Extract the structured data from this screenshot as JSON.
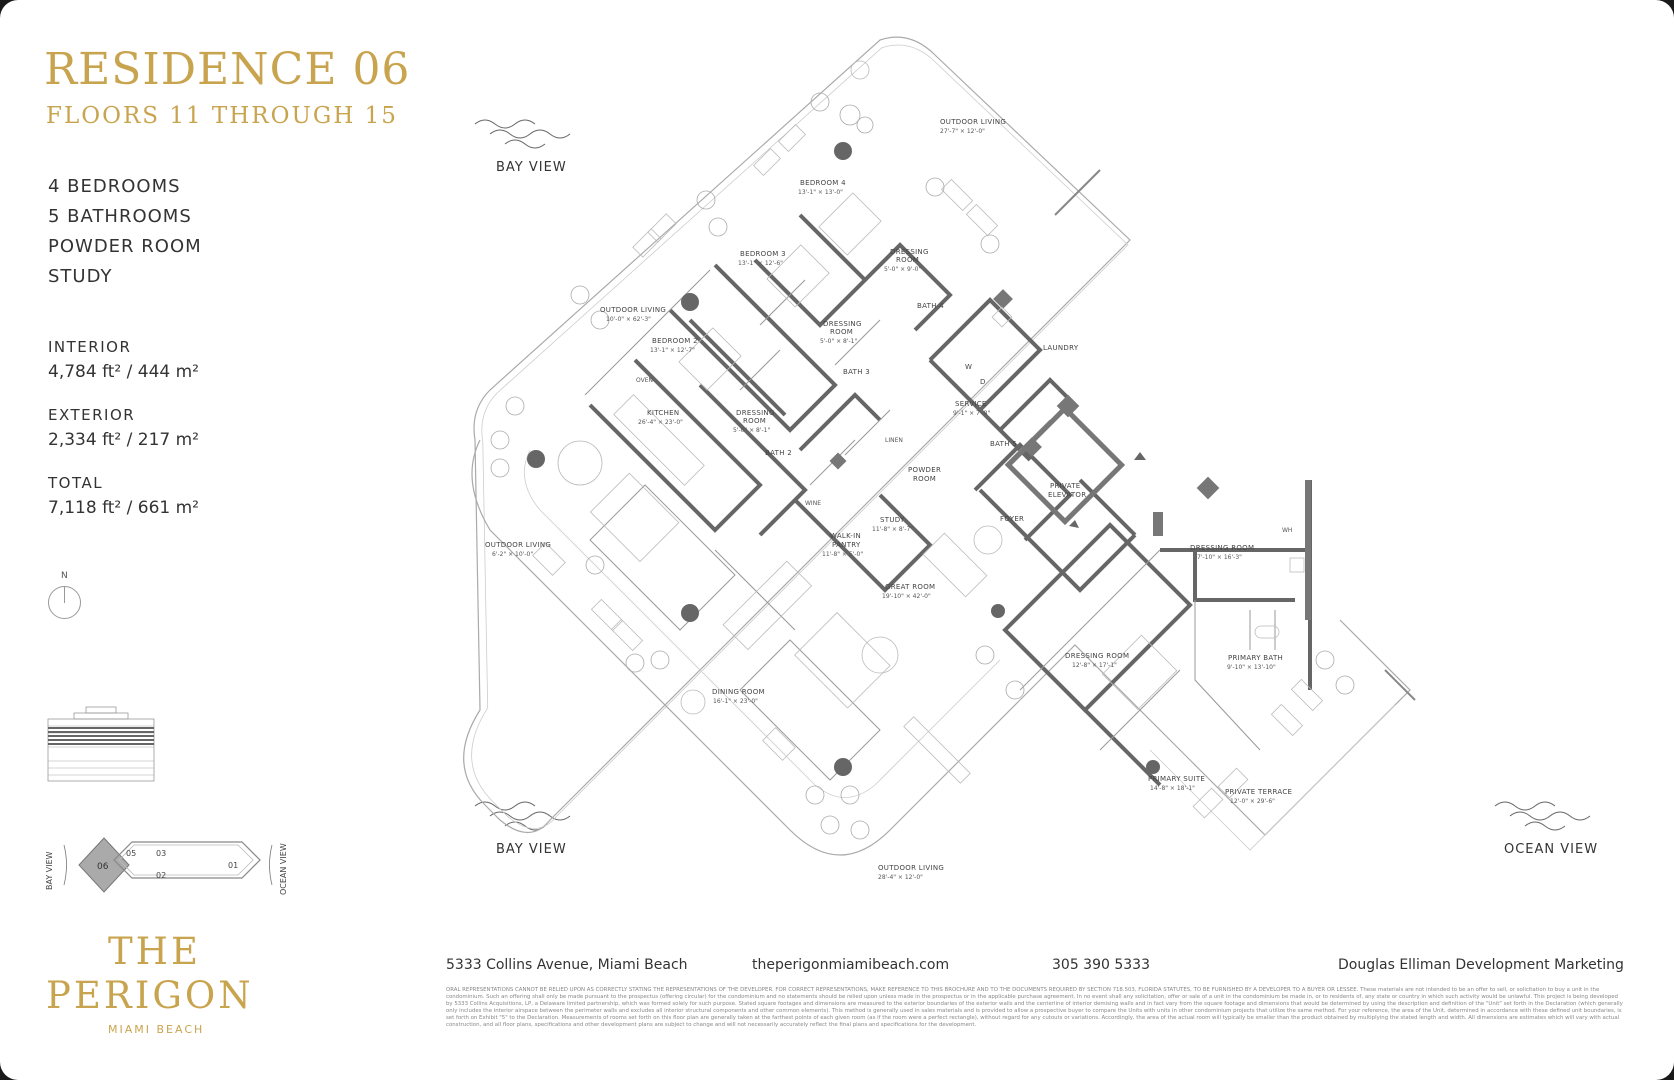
{
  "residence": {
    "title": "RESIDENCE 06",
    "floors": "FLOORS 11 THROUGH 15"
  },
  "features": [
    "4 BEDROOMS",
    "5 BATHROOMS",
    "POWDER ROOM",
    "STUDY"
  ],
  "areas": [
    {
      "label": "INTERIOR",
      "value": "4,784 ft² / 444 m²"
    },
    {
      "label": "EXTERIOR",
      "value": "2,334 ft² / 217 m²"
    },
    {
      "label": "TOTAL",
      "value": "7,118 ft² / 661 m²"
    }
  ],
  "north_label": "N",
  "keyplan": {
    "left_label": "BAY VIEW",
    "right_label": "OCEAN VIEW",
    "units": [
      "06",
      "05",
      "03",
      "02",
      "01"
    ]
  },
  "brand": {
    "line1": "THE",
    "line2": "PERIGON",
    "line3": "MIAMI BEACH"
  },
  "views": {
    "bay_top": "BAY VIEW",
    "bay_bottom": "BAY VIEW",
    "ocean": "OCEAN VIEW"
  },
  "rooms": {
    "outdoor_top": {
      "name": "OUTDOOR LIVING",
      "dim": "27'-7\" × 12'-0\""
    },
    "bedroom4": {
      "name": "BEDROOM 4",
      "dim": "13'-1\" × 13'-0\""
    },
    "bedroom3": {
      "name": "BEDROOM 3",
      "dim": "13'-1\" × 12'-6\""
    },
    "dressing4": {
      "name": "DRESSING",
      "name2": "ROOM",
      "dim": "5'-0\" × 9'-0\""
    },
    "bath4": {
      "name": "BATH 4"
    },
    "dressing3": {
      "name": "DRESSING",
      "name2": "ROOM",
      "dim": "5'-0\" × 8'-1\""
    },
    "bath3": {
      "name": "BATH 3"
    },
    "outdoor_left": {
      "name": "OUTDOOR LIVING",
      "dim": "10'-0\" × 62'-3\""
    },
    "bedroom2": {
      "name": "BEDROOM 2",
      "dim": "13'-1\" × 12'-7\""
    },
    "dressing2": {
      "name": "DRESSING",
      "name2": "ROOM",
      "dim": "5'-0\" × 8'-1\""
    },
    "bath2": {
      "name": "BATH 2"
    },
    "kitchen": {
      "name": "KITCHEN",
      "dim": "26'-4\" × 23'-0\""
    },
    "laundry": {
      "name": "LAUNDRY"
    },
    "service": {
      "name": "SERVICE",
      "dim": "9'-1\" × 7'-8\""
    },
    "bath5": {
      "name": "BATH 5"
    },
    "powder": {
      "name": "POWDER",
      "name2": "ROOM"
    },
    "study": {
      "name": "STUDY",
      "dim": "11'-8\" × 8'-7\""
    },
    "pantry": {
      "name": "WALK-IN",
      "name2": "PANTRY",
      "dim": "11'-8\" × 5'-0\""
    },
    "elevator": {
      "name": "PRIVATE",
      "name2": "ELEVATOR"
    },
    "foyer": {
      "name": "FOYER"
    },
    "outdoor_west": {
      "name": "OUTDOOR LIVING",
      "dim": "6'-2\" × 10'-0\""
    },
    "great": {
      "name": "GREAT ROOM",
      "dim": "19'-10\" × 42'-0\""
    },
    "dining": {
      "name": "DINING ROOM",
      "dim": "16'-1\" × 23'-0\""
    },
    "dressing_primary": {
      "name": "DRESSING ROOM",
      "dim": "12'-8\" × 17'-1\""
    },
    "dressing_east": {
      "name": "DRESSING ROOM",
      "dim": "7'-10\" × 16'-3\""
    },
    "primary_bath": {
      "name": "PRIMARY BATH",
      "dim": "9'-10\" × 13'-10\""
    },
    "primary_suite": {
      "name": "PRIMARY SUITE",
      "dim": "14'-8\" × 18'-1\""
    },
    "private_terrace": {
      "name": "PRIVATE TERRACE",
      "dim": "12'-0\" × 29'-6\""
    },
    "outdoor_bottom": {
      "name": "OUTDOOR LIVING",
      "dim": "28'-4\" × 12'-0\""
    },
    "linen": "LINEN",
    "oven": "OVEN",
    "wine": "WINE",
    "washer": "W",
    "dryer": "D",
    "wh": "WH"
  },
  "footer": {
    "address": "5333 Collins Avenue, Miami Beach",
    "website": "theperigonmiamibeach.com",
    "phone": "305 390 5333",
    "marketing": "Douglas Elliman Development Marketing"
  },
  "legal": "ORAL REPRESENTATIONS CANNOT BE RELIED UPON AS CORRECTLY STATING THE REPRESENTATIONS OF THE DEVELOPER. FOR CORRECT REPRESENTATIONS, MAKE REFERENCE TO THIS BROCHURE AND TO THE DOCUMENTS REQUIRED BY SECTION 718.503, FLORIDA STATUTES, TO BE FURNISHED BY A DEVELOPER TO A BUYER OR LESSEE. These materials are not intended to be an offer to sell, or solicitation to buy a unit in the condominium. Such an offering shall only be made pursuant to the prospectus (offering circular) for the condominium and no statements should be relied upon unless made in the prospectus or in the applicable purchase agreement. In no event shall any solicitation, offer or sale of a unit in the condominium be made in, or to residents of, any state or country in which such activity would be unlawful. This project is being developed by 5333 Collins Acquisitions, LP, a Delaware limited partnership, which was formed solely for such purpose. Stated square footages and dimensions are measured to the exterior boundaries of the exterior walls and the centerline of interior demising walls and in fact vary from the square footage and dimensions that would be determined by using the description and definition of the \"Unit\" set forth in the Declaration (which generally only includes the interior airspace between the perimeter walls and excludes all interior structural components and other common elements). This method is generally used in sales materials and is provided to allow a prospective buyer to compare the Units with units in other condominium projects that utilize the same method. For your reference, the area of the Unit, determined in accordance with these defined unit boundaries, is set forth on Exhibit \"5\" to the Declaration. Measurements of rooms set forth on this floor plan are generally taken at the farthest points of each given room (as if the room were a perfect rectangle), without regard for any cutouts or variations. Accordingly, the area of the actual room will typically be smaller than the product obtained by multiplying the stated length and width. All dimensions are estimates which will vary with actual construction, and all floor plans, specifications and other development plans are subject to change and will not necessarily accurately reflect the final plans and specifications for the development."
}
